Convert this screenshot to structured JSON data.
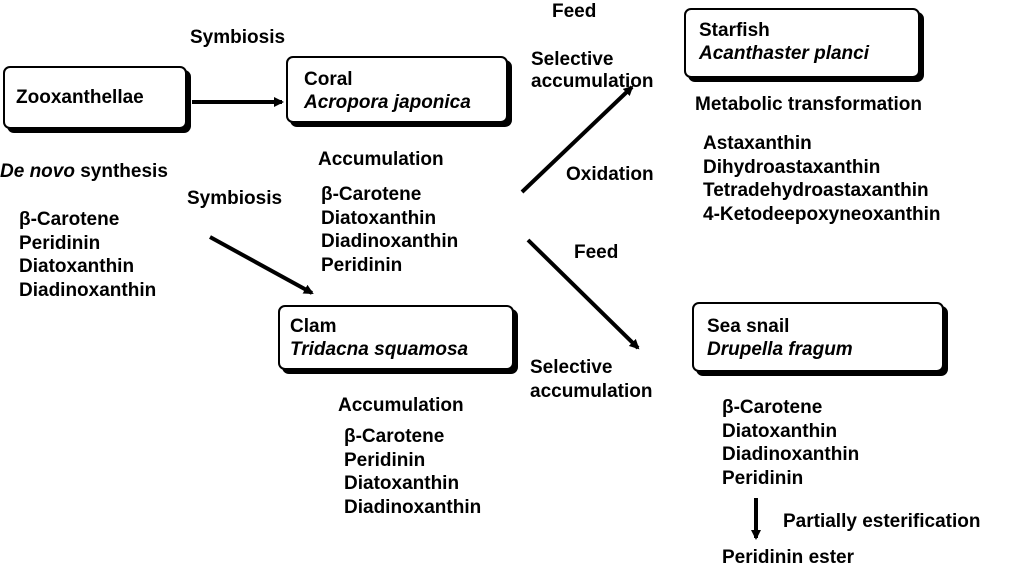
{
  "nodes": {
    "zooxanthellae": {
      "label": "Zooxanthellae"
    },
    "coral": {
      "name": "Coral",
      "species": "Acropora japonica"
    },
    "clam": {
      "name": "Clam",
      "species": "Tridacna squamosa"
    },
    "starfish": {
      "name": "Starfish",
      "species": "Acanthaster planci"
    },
    "snail": {
      "name": "Sea snail",
      "species": "Drupella fragum"
    }
  },
  "edge_labels": {
    "symbiosis_coral": "Symbiosis",
    "symbiosis_clam": "Symbiosis",
    "feed_starfish": "Feed",
    "selective_starfish": [
      "Selective",
      "accumulation"
    ],
    "oxidation": "Oxidation",
    "feed_snail": "Feed",
    "selective_snail": [
      "Selective",
      "accumulation"
    ],
    "metabolic": "Metabolic transformation",
    "accumulation_coral": "Accumulation",
    "accumulation_clam": "Accumulation",
    "esterification": "Partially esterification"
  },
  "de_novo": {
    "italic": "De novo",
    "rest": " synthesis"
  },
  "lists": {
    "zooxanthellae": [
      "β-Carotene",
      "Peridinin",
      "Diatoxanthin",
      "Diadinoxanthin"
    ],
    "coral": [
      "β-Carotene",
      "Diatoxanthin",
      "Diadinoxanthin",
      "Peridinin"
    ],
    "clam": [
      "β-Carotene",
      "Peridinin",
      "Diatoxanthin",
      "Diadinoxanthin"
    ],
    "starfish": [
      "Astaxanthin",
      "Dihydroastaxanthin",
      "Tetradehydroastaxanthin",
      "4-Ketodeepoxyneoxanthin"
    ],
    "snail": [
      "β-Carotene",
      "Diatoxanthin",
      "Diadinoxanthin",
      "Peridinin"
    ]
  },
  "product": "Peridinin ester"
}
